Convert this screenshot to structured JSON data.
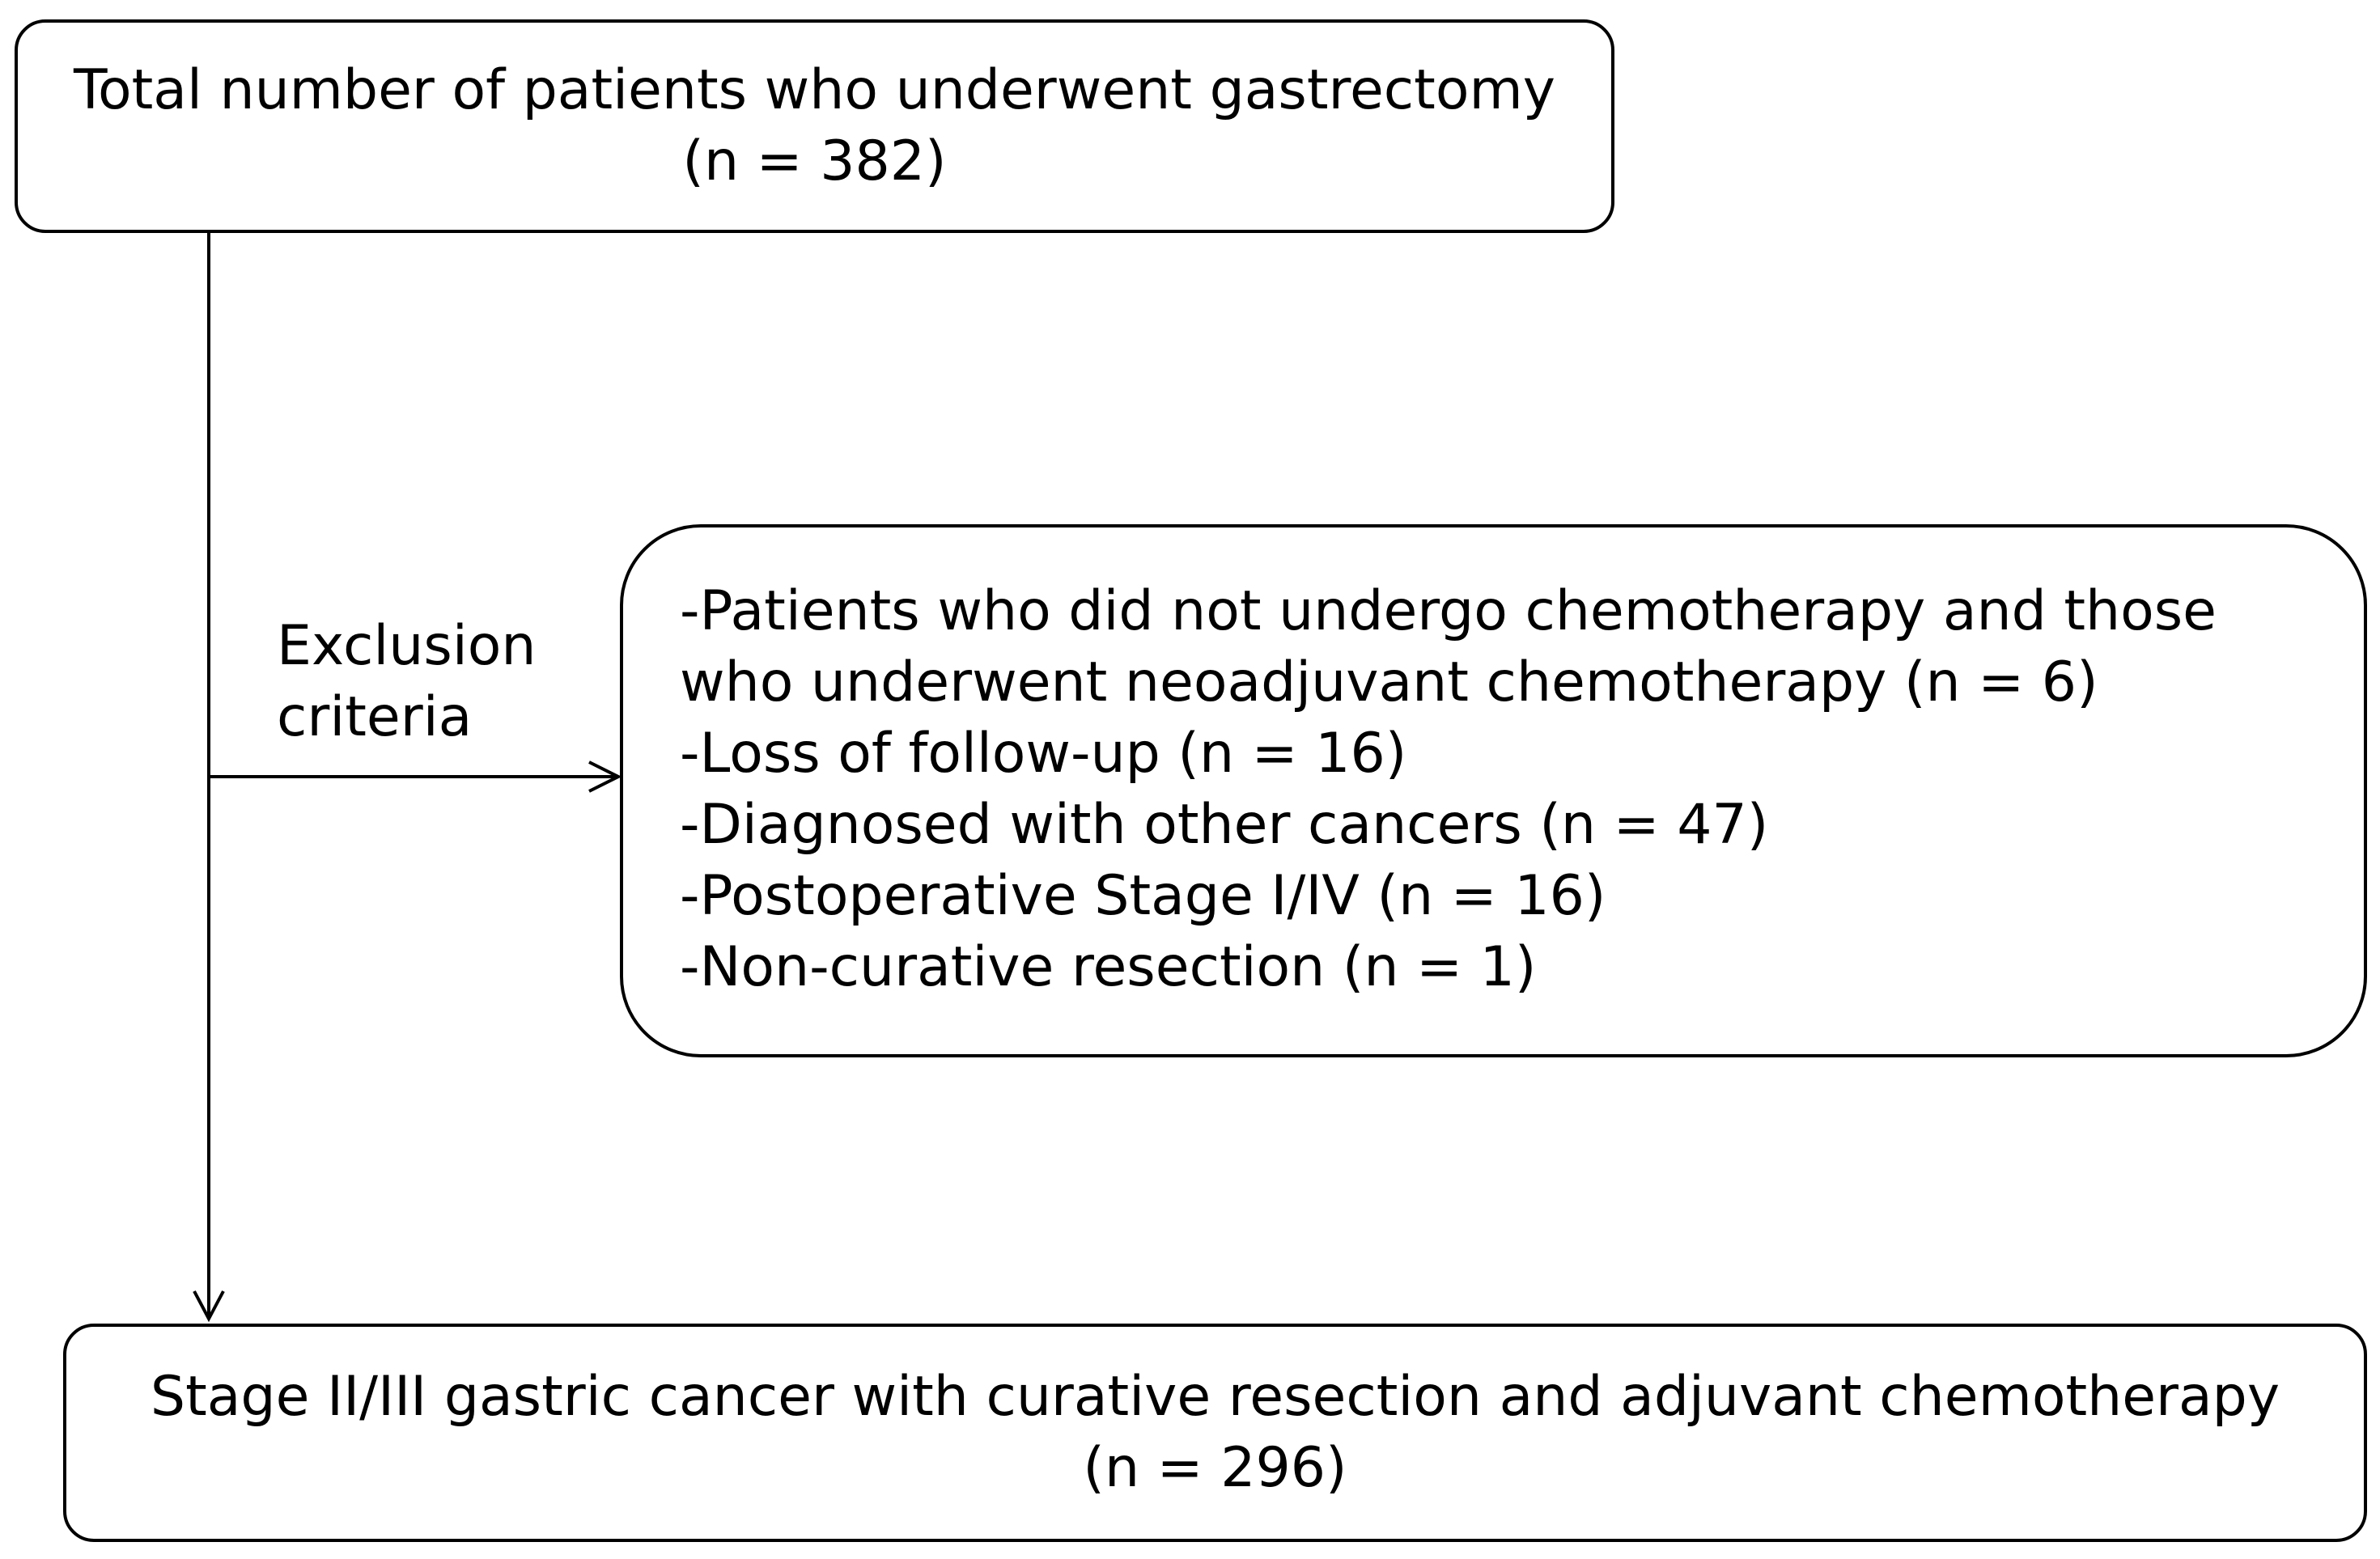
{
  "diagram": {
    "top_box": {
      "line1": "Total number of patients who underwent gastrectomy",
      "line2": "(n = 382)"
    },
    "exclusion_label": {
      "line1": "Exclusion",
      "line2": "criteria"
    },
    "exclusion_box": {
      "items": [
        "-Patients who did not undergo chemotherapy and those",
        "who underwent neoadjuvant chemotherapy (n = 6)",
        "-Loss of follow-up (n = 16)",
        "-Diagnosed with other cancers (n = 47)",
        "-Postoperative Stage I/IV (n = 16)",
        "-Non-curative resection (n = 1)"
      ]
    },
    "bottom_box": {
      "line1": "Stage II/III gastric cancer with curative resection and adjuvant chemotherapy",
      "line2": "(n = 296)"
    },
    "colors": {
      "stroke": "#000000",
      "background": "#ffffff"
    }
  }
}
